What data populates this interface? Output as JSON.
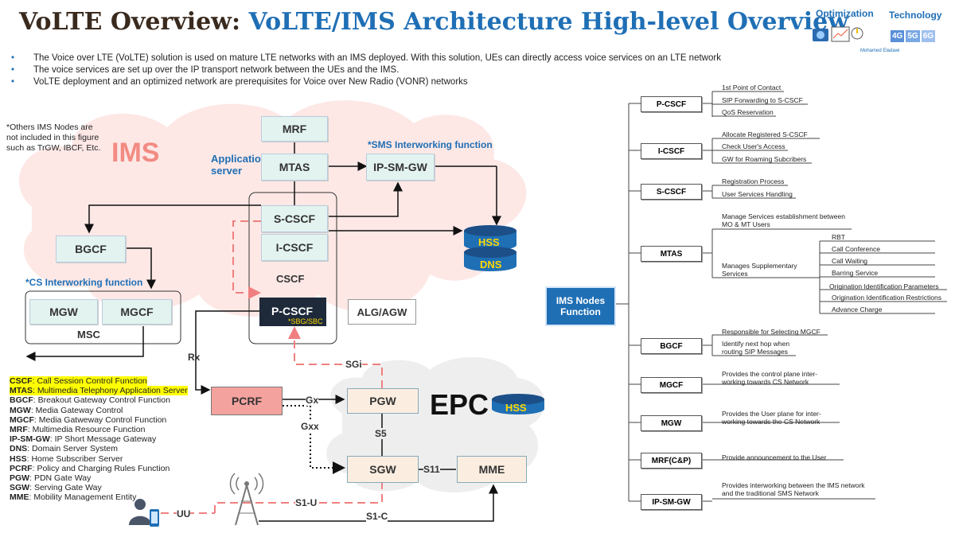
{
  "title": {
    "part1": "VoLTE Overview:",
    "part2": "VoLTE/IMS Architecture High-level Overview"
  },
  "bullets": [
    "The Voice over LTE (VoLTE) solution is used on mature LTE networks with an IMS deployed. With this solution, UEs can directly access voice services on an LTE network",
    "The voice services are set up over the IP transport network between the UEs and the IMS.",
    "VoLTE deployment and an optimized network are prerequisites for Voice over New Radio (VONR) networks"
  ],
  "logo": {
    "optimization": "Optimization",
    "technology": "Technology",
    "author": "Mohamed Eladawi",
    "gens": [
      "4G",
      "5G",
      "6G"
    ]
  },
  "diagram": {
    "ims_label": "IMS",
    "note": "*Others IMS Nodes are not included in this figure such as TrGW, IBCF, Etc.",
    "app_server_label": "Application server",
    "sms_label": "*SMS Interworking function",
    "cs_label": "*CS Interworking function",
    "nodes": {
      "mrf": "MRF",
      "mtas": "MTAS",
      "ipsmgw": "IP-SM-GW",
      "scscf": "S-CSCF",
      "icscf": "I-CSCF",
      "cscf": "CSCF",
      "pcscf": "P-CSCF",
      "pcscf_sub": "*SBG/SBC",
      "algagw": "ALG/AGW",
      "bgcf": "BGCF",
      "mgw": "MGW",
      "mgcf": "MGCF",
      "msc": "MSC",
      "hss": "HSS",
      "dns": "DNS",
      "pcrf": "PCRF",
      "pgw": "PGW",
      "sgw": "SGW",
      "mme": "MME",
      "epc": "EPC",
      "epc_hss": "HSS"
    },
    "interfaces": {
      "rx": "Rx",
      "gx": "Gx",
      "gxx": "Gxx",
      "sgi": "SGi",
      "s5": "S5",
      "s11": "S11",
      "s1u": "S1-U",
      "s1c": "S1-C",
      "uu": "UU"
    }
  },
  "legend": [
    {
      "abbr": "CSCF",
      "text": "Call Session Control Function",
      "highlight": true
    },
    {
      "abbr": "MTAS",
      "text": "Multimedia Telephony Application Server",
      "highlight": true
    },
    {
      "abbr": "BGCF",
      "text": "Breakout Gateway Control Function",
      "highlight": false
    },
    {
      "abbr": "MGW",
      "text": "Media Gateway Control",
      "highlight": false
    },
    {
      "abbr": "MGCF",
      "text": "Media Gatweway Control Function",
      "highlight": false
    },
    {
      "abbr": "MRF",
      "text": "Multimedia Resource Function",
      "highlight": false
    },
    {
      "abbr": "IP-SM-GW",
      "text": "IP Short Message Gateway",
      "highlight": false
    },
    {
      "abbr": "DNS",
      "text": "Domain Server System",
      "highlight": false
    },
    {
      "abbr": "HSS",
      "text": "Home Subscriber Server",
      "highlight": false
    },
    {
      "abbr": "PCRF",
      "text": "Policy and Charging Rules Function",
      "highlight": false
    },
    {
      "abbr": "PGW",
      "text": "PDN Gate Way",
      "highlight": false
    },
    {
      "abbr": "SGW",
      "text": "Serving Gate Way",
      "highlight": false
    },
    {
      "abbr": "MME",
      "text": "Mobility Management Entity",
      "highlight": false
    }
  ],
  "tree": {
    "root": "IMS Nodes Function",
    "pcscf": {
      "name": "P-CSCF",
      "items": [
        "1st Point of Contact",
        "SIP Forwarding to S-CSCF",
        "QoS Reservation"
      ]
    },
    "icscf": {
      "name": "I-CSCF",
      "items": [
        "Allocate Registered S-CSCF",
        "Check User's Access",
        "GW for Roaming Subcribers"
      ]
    },
    "scscf": {
      "name": "S-CSCF",
      "items": [
        "Registration Process",
        "User Services Handling"
      ]
    },
    "mtas": {
      "name": "MTAS",
      "items": [
        "Manage Services establishment between MO & MT Users",
        "Manages Supplementary Services"
      ],
      "sub": [
        "RBT",
        "Call Conference",
        "Call Waiting",
        "Barring Service",
        "Origination Identification Parameters",
        "Origination Identification Restrictions",
        "Advance Charge"
      ]
    },
    "bgcf": {
      "name": "BGCF",
      "items": [
        "Responsible for Selecting MGCF",
        "Identify next hop when routing SIP Messages"
      ]
    },
    "mgcf": {
      "name": "MGCF",
      "items": [
        "Provides the control plane inter-working towards CS Network"
      ]
    },
    "mgw": {
      "name": "MGW",
      "items": [
        "Provides the User plane for inter-working towards the CS Network"
      ]
    },
    "mrf": {
      "name": "MRF(C&P)",
      "items": [
        "Provide announcement to the User"
      ]
    },
    "ipsmgw": {
      "name": "IP-SM-GW",
      "items": [
        "Provides interworking between the IMS network and the traditional SMS Network"
      ]
    }
  },
  "colors": {
    "title_blue": "#1f6fb5",
    "ims_red": "#f28b82",
    "cloud_pink": "#fde8e6",
    "dash_red": "#f08080",
    "highlight": "#ffff00"
  }
}
